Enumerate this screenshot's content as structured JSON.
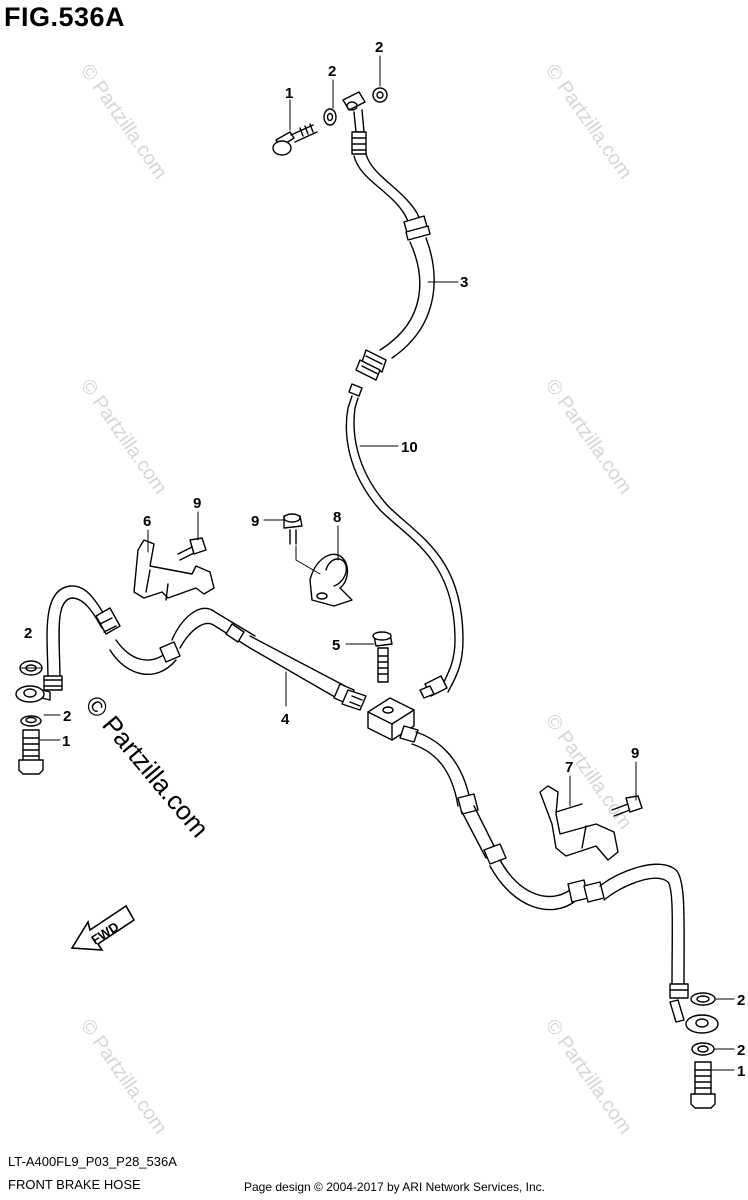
{
  "figure": {
    "title": "FIG.536A",
    "code": "LT-A400FL9_P03_P28_536A",
    "name": "FRONT BRAKE HOSE",
    "credit": "Page design © 2004-2017 by ARI Network Services, Inc.",
    "fwd_label": "FWD"
  },
  "watermark": {
    "text": "© Partzilla.com"
  },
  "callouts": {
    "c1_top": "1",
    "c2_top_a": "2",
    "c2_top_b": "2",
    "c3": "3",
    "c10": "10",
    "c6": "6",
    "c9_left": "9",
    "c9_mid": "9",
    "c8": "8",
    "c5": "5",
    "c4": "4",
    "c2_left_a": "2",
    "c2_left_b": "2",
    "c1_left": "1",
    "c7": "7",
    "c9_right": "9",
    "c2_right_a": "2",
    "c2_right_b": "2",
    "c1_right": "1"
  }
}
